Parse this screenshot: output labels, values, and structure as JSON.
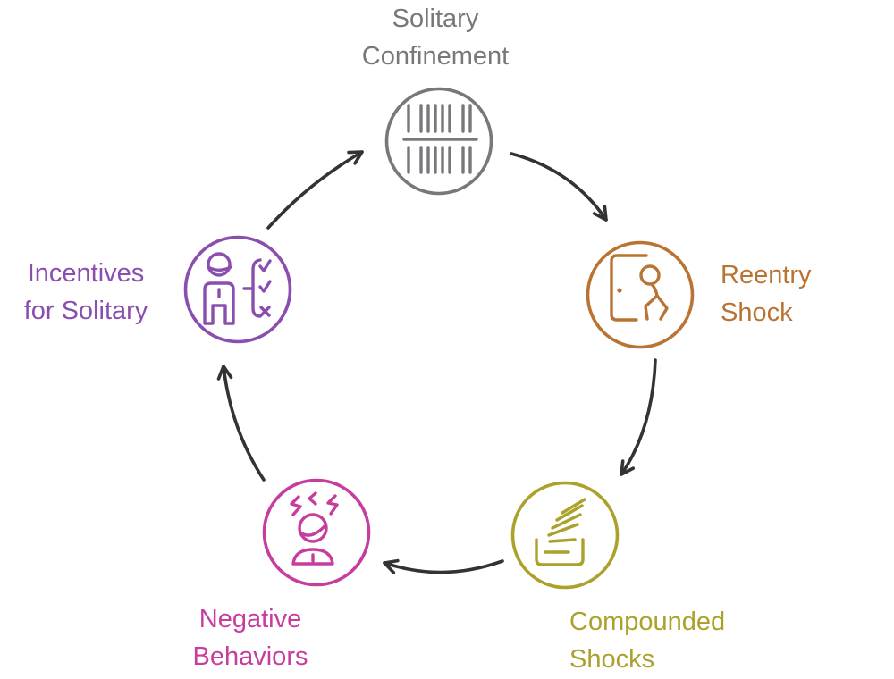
{
  "background": "#ffffff",
  "diagram_type": "cycle",
  "nodes": [
    {
      "id": "solitary-confinement",
      "label": "Solitary Confinement",
      "lines": [
        "Solitary",
        "Confinement"
      ],
      "color": "#77787b",
      "icon": "prison-bars-icon"
    },
    {
      "id": "reentry-shock",
      "label": "Reentry Shock",
      "lines": [
        "Reentry",
        "Shock"
      ],
      "color": "#b97434",
      "icon": "exit-door-walking-person-icon"
    },
    {
      "id": "compounded-shocks",
      "label": "Compounded Shocks",
      "lines": [
        "Compounded",
        "Shocks"
      ],
      "color": "#aba12b",
      "icon": "spilling-stack-icon"
    },
    {
      "id": "negative-behaviors",
      "label": "Negative Behaviors",
      "lines": [
        "Negative",
        "Behaviors"
      ],
      "color": "#c73d9d",
      "icon": "stressed-person-icon"
    },
    {
      "id": "incentives-for-solitary",
      "label": "Incentives for Solitary",
      "lines": [
        "Incentives",
        "for Solitary"
      ],
      "color": "#8a4fae",
      "icon": "person-checklist-icon"
    }
  ],
  "arrows": {
    "color": "#333333",
    "flow": [
      {
        "from": "Solitary Confinement",
        "to": "Reentry Shock"
      },
      {
        "from": "Reentry Shock",
        "to": "Compounded Shocks"
      },
      {
        "from": "Compounded Shocks",
        "to": "Negative Behaviors"
      },
      {
        "from": "Negative Behaviors",
        "to": "Incentives for Solitary"
      },
      {
        "from": "Incentives for Solitary",
        "to": "Solitary Confinement"
      }
    ]
  }
}
